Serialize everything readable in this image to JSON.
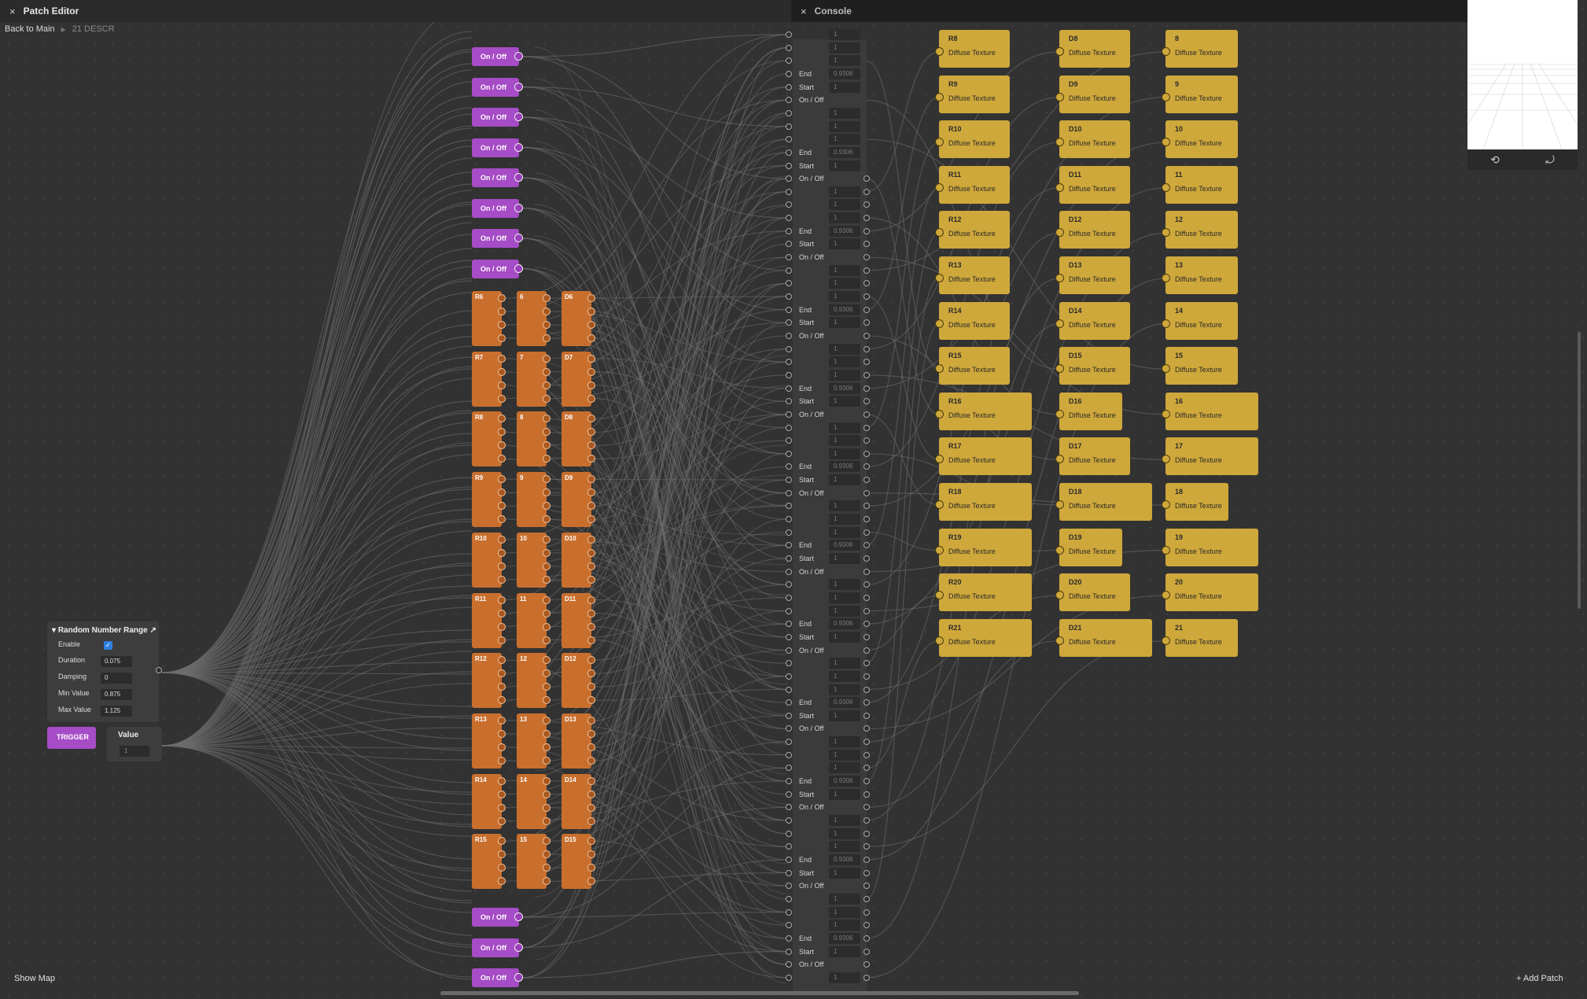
{
  "patch_editor": {
    "title": "Patch Editor",
    "close": "×"
  },
  "console": {
    "title": "Console",
    "close": "×"
  },
  "breadcrumb": {
    "back": "Back to Main",
    "current": "21 DESCR"
  },
  "onoff_label": "On / Off",
  "onoff_count_top": 8,
  "onoff_count_bottom": 3,
  "orange_rows": [
    [
      "R6",
      "6",
      "D6"
    ],
    [
      "R7",
      "7",
      "D7"
    ],
    [
      "R8",
      "8",
      "D8"
    ],
    [
      "R9",
      "9",
      "D9"
    ],
    [
      "R10",
      "10",
      "D10"
    ],
    [
      "R11",
      "11",
      "D11"
    ],
    [
      "R12",
      "12",
      "D12"
    ],
    [
      "R13",
      "13",
      "D13"
    ],
    [
      "R14",
      "14",
      "D14"
    ],
    [
      "R15",
      "15",
      "D15"
    ]
  ],
  "panel_rows_pattern": [
    {
      "label": "",
      "value": "1"
    },
    {
      "label": "",
      "value": "1"
    },
    {
      "label": "",
      "value": "1"
    },
    {
      "label": "End",
      "value": "0.9306"
    },
    {
      "label": "Start",
      "value": "1"
    },
    {
      "label": "On / Off",
      "value": ""
    }
  ],
  "yellow_subtitle": "Diffuse Texture",
  "yellow_rows": [
    {
      "r": "R8",
      "d": "D8",
      "n": "8"
    },
    {
      "r": "R9",
      "d": "D9",
      "n": "9"
    },
    {
      "r": "R10",
      "d": "D10",
      "n": "10"
    },
    {
      "r": "R11",
      "d": "D11",
      "n": "11"
    },
    {
      "r": "R12",
      "d": "D12",
      "n": "12"
    },
    {
      "r": "R13",
      "d": "D13",
      "n": "13"
    },
    {
      "r": "R14",
      "d": "D14",
      "n": "14"
    },
    {
      "r": "R15",
      "d": "D15",
      "n": "15"
    },
    {
      "r": "R16",
      "d": "D16",
      "n": "16"
    },
    {
      "r": "R17",
      "d": "D17",
      "n": "17"
    },
    {
      "r": "R18",
      "d": "D18",
      "n": "18"
    },
    {
      "r": "R19",
      "d": "D19",
      "n": "19"
    },
    {
      "r": "R20",
      "d": "D20",
      "n": "20"
    },
    {
      "r": "R21",
      "d": "D21",
      "n": "21"
    }
  ],
  "random_node": {
    "title": "Random Number Range",
    "enable_label": "Enable",
    "enable_checked": true,
    "fields": [
      {
        "label": "Duration",
        "value": "0.075"
      },
      {
        "label": "Damping",
        "value": "0"
      },
      {
        "label": "Min Value",
        "value": "0.875"
      },
      {
        "label": "Max Value",
        "value": "1.125"
      }
    ]
  },
  "trigger_label": "TRIGGER",
  "value_node": {
    "title": "Value",
    "value": "1"
  },
  "footer": {
    "show_map": "Show Map",
    "add_patch": "+  Add Patch"
  },
  "colors": {
    "onoff": "#a54cc6",
    "orange": "#c96f2e",
    "yellow": "#cfa83b",
    "wire": "#6e6e6e"
  },
  "icons": [
    "close-icon",
    "breadcrumb-arrow-icon",
    "refresh-icon",
    "rotate-device-icon",
    "port-icon",
    "plus-icon"
  ]
}
